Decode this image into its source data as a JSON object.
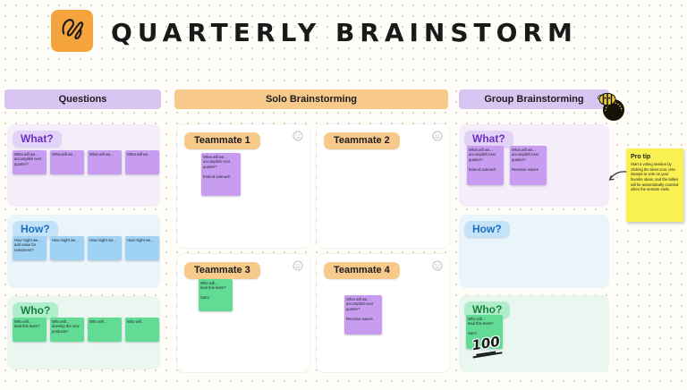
{
  "app": {
    "title": "QUARTERLY BRAINSTORM"
  },
  "headers": {
    "questions": "Questions",
    "solo": "Solo Brainstorming",
    "group": "Group Brainstorming"
  },
  "questions": {
    "sections": [
      {
        "label": "What?",
        "notes": [
          "What will we...\naccomplish next\nquarter?",
          "What will we...",
          "What will we...",
          "What will we..."
        ]
      },
      {
        "label": "How?",
        "notes": [
          "How might we...\nadd value for\ncustomers?",
          "How might we...",
          "How might we...",
          "How might we..."
        ]
      },
      {
        "label": "Who?",
        "notes": [
          "Who will...\nlead this team?",
          "Who will...\ndevelop the new\nproducts?",
          "Who will...",
          "Who will..."
        ]
      }
    ]
  },
  "solo": {
    "teammates": [
      {
        "label": "Teammate 1",
        "note": "What will we...\naccomplish next\nquarter?\n\nExtend outreach"
      },
      {
        "label": "Teammate 2",
        "note": ""
      },
      {
        "label": "Teammate 3",
        "note": "Who will...\nlead this team?\n\nSam!"
      },
      {
        "label": "Teammate 4",
        "note": "What will we...\naccomplish next\nquarter?\n\nRevenue waves"
      }
    ]
  },
  "group": {
    "sections": [
      {
        "label": "What?",
        "notes": [
          "What will we...\naccomplish next\nquarter?\n\nExtend outreach",
          "What will we...\naccomplish next\nquarter?\n\nRevenue waves"
        ]
      },
      {
        "label": "How?",
        "notes": []
      },
      {
        "label": "Who?",
        "notes": [
          "Who will...\nlead this team?\n\nSam!"
        ]
      }
    ],
    "sticker": "100"
  },
  "pro_tip": {
    "title": "Pro tip",
    "body": "Start a voting session by clicking the timer icon. Use stamps to vote on your favorite ideas, and the tallies will be automatically counted when the session ends."
  },
  "icons": {
    "logo": "scribble-icon",
    "collaborator": "smiley-icon",
    "bee": "bee-sticker",
    "arrow": "curved-arrow-icon"
  },
  "colors": {
    "background": "#FFFDF8",
    "purple_header": "#D8C5F2",
    "orange_header": "#F7C98B",
    "purple_sticky": "#C89DF1",
    "blue_sticky": "#9FD2F3",
    "green_sticky": "#62DC95",
    "logo_orange": "#F5A33C",
    "pro_tip_yellow": "#F9F052"
  }
}
